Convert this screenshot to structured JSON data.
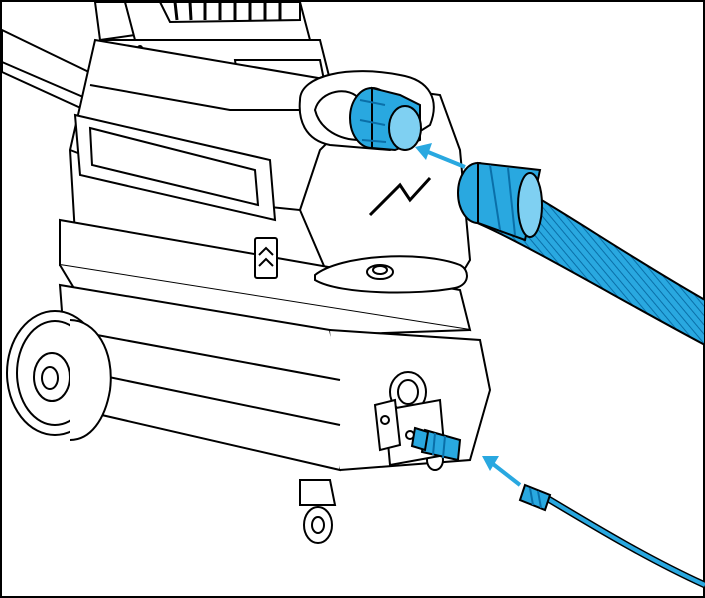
{
  "illustration": {
    "subject": "extractor-machine",
    "callouts": [
      {
        "id": "vacuum-hose-connection",
        "icon": "arrow-left-icon"
      },
      {
        "id": "solution-line-connection",
        "icon": "arrow-left-icon"
      }
    ]
  },
  "colors": {
    "line": "#000000",
    "fill": "#ffffff",
    "accent": "#29a8e0",
    "accent_dark": "#0a6fa8",
    "accent_light": "#7fd0f2"
  }
}
